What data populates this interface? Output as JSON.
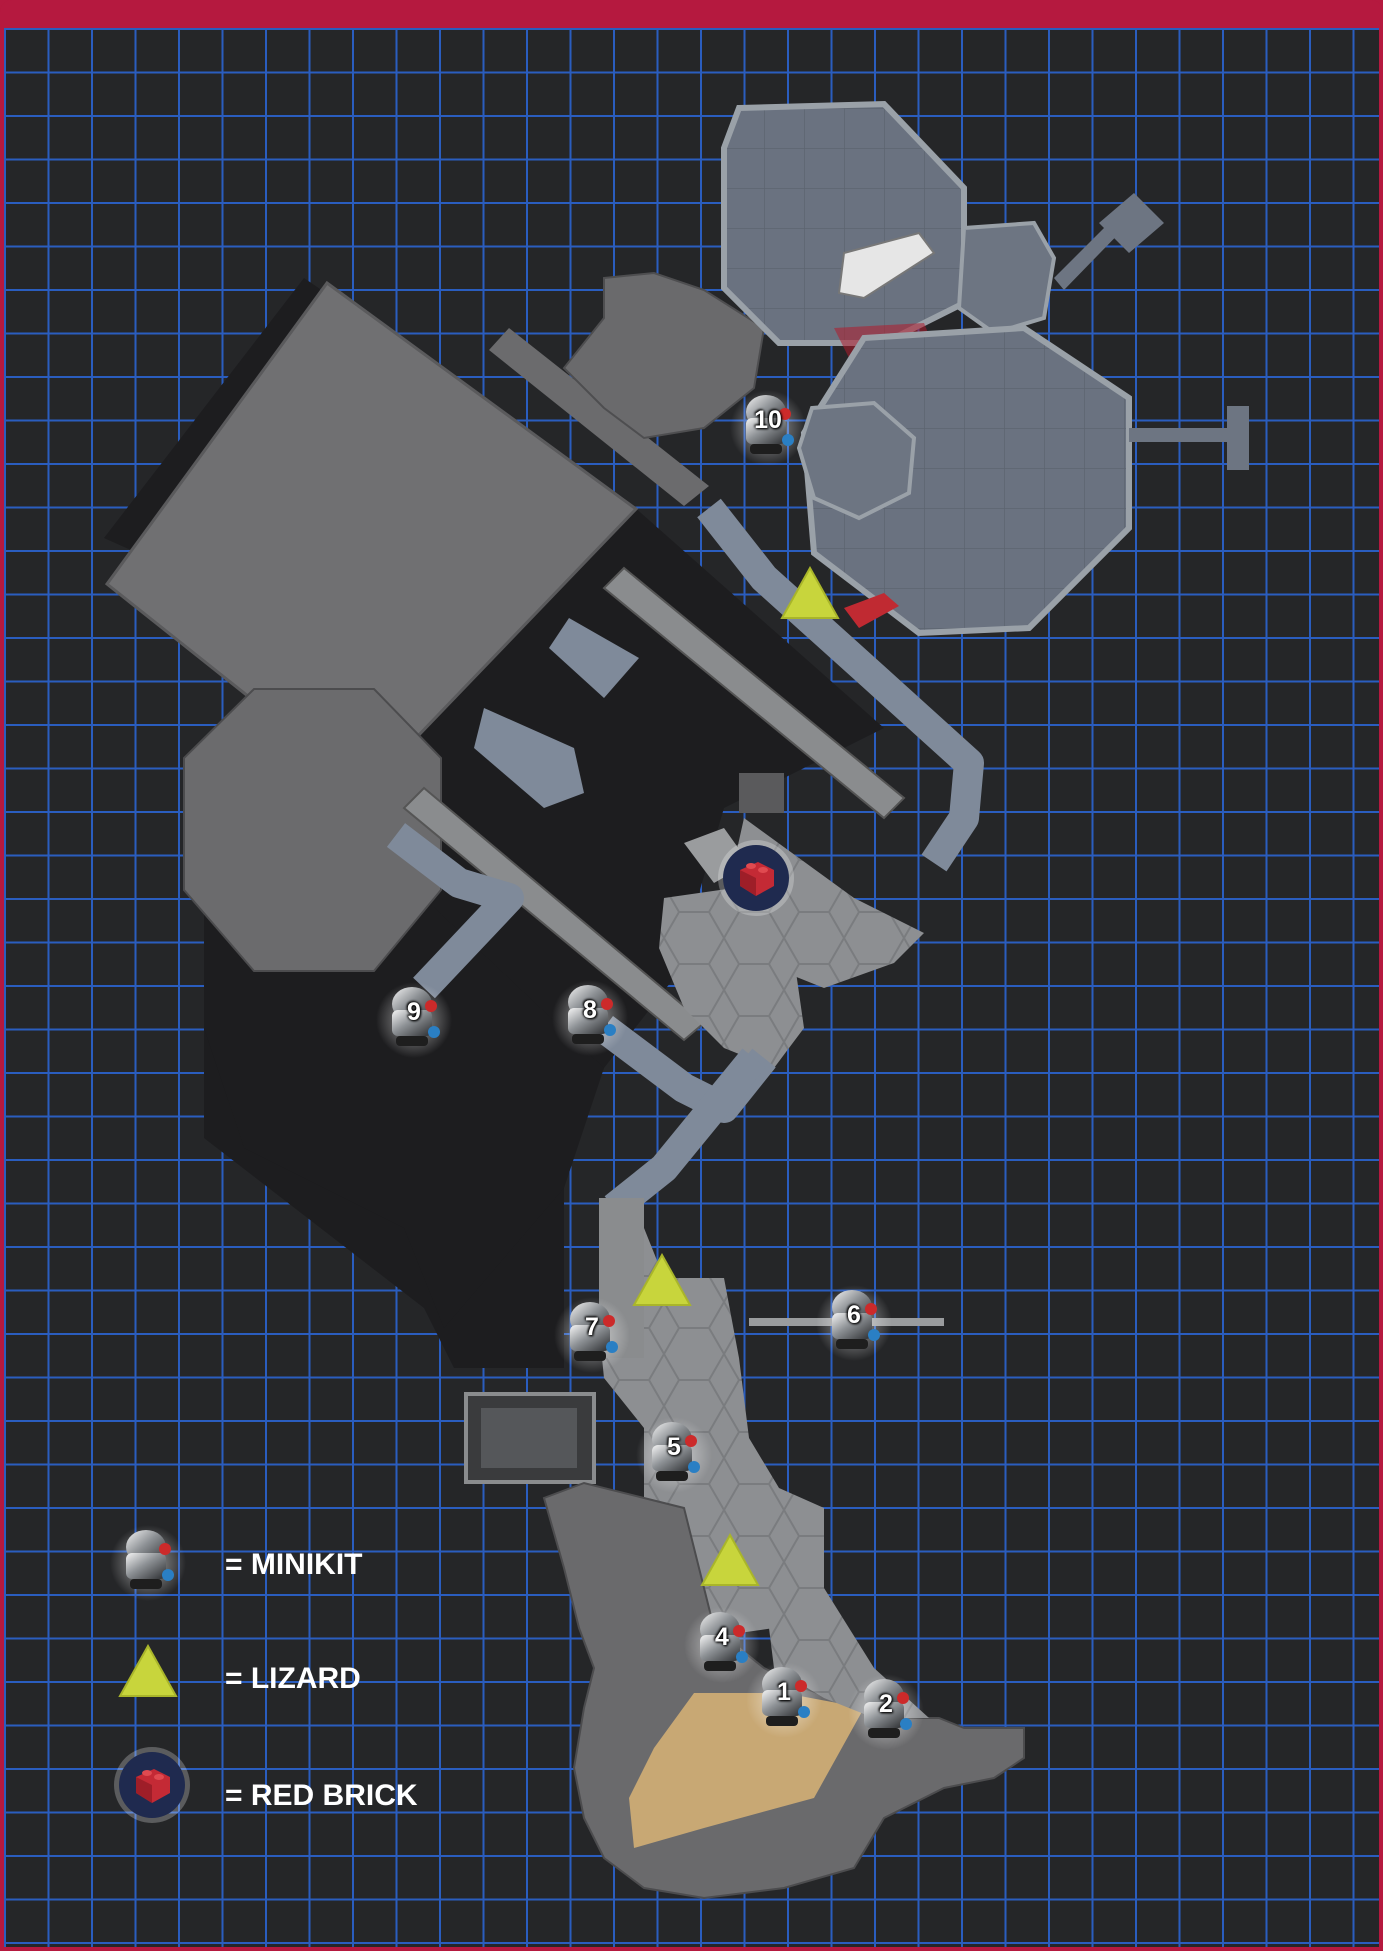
{
  "legend": {
    "minikit_label": "= MINIKIT",
    "lizard_label": "= LIZARD",
    "red_brick_label": "= RED BRICK"
  },
  "markers": {
    "minikits": [
      "1",
      "2",
      "4",
      "5",
      "6",
      "7",
      "8",
      "9",
      "10"
    ],
    "lizard_count": 3,
    "red_brick_count": 1
  },
  "icons": {
    "minikit": "minikit-canister-icon",
    "lizard": "lizard-triangle-icon",
    "red_brick": "red-brick-icon"
  },
  "colors": {
    "frame": "#b5193f",
    "background": "#252628",
    "grid": "#2a5dbf",
    "lizard": "#c8d53c",
    "red_brick_bg": "#1f2a4f",
    "red_brick": "#c42a35"
  }
}
